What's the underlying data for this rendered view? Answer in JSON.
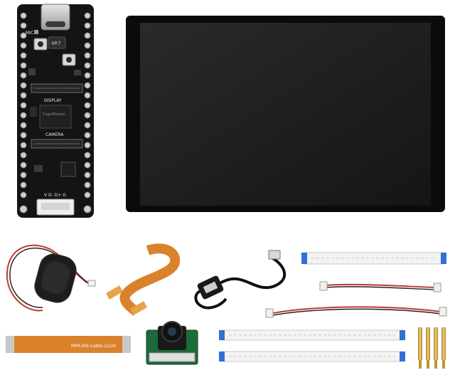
{
  "board": {
    "mic_label": "MIC",
    "resistor_label": "4R7",
    "display_label": "DISPLAY",
    "camera_label": "CAMERA",
    "chip_label": "CogniDevice",
    "connector_label": "V D- D+ G"
  },
  "accessories": {
    "mipi_cable_label": "MIPI-DSI-Cable-12cm"
  },
  "colors": {
    "pcb": "#141414",
    "screen_bezel": "#0b0b0b",
    "screen_panel": "#1c1c1c",
    "ffc_orange": "#d9822b",
    "ffc_blue": "#2f6fd6",
    "cable_red": "#c0392b"
  }
}
